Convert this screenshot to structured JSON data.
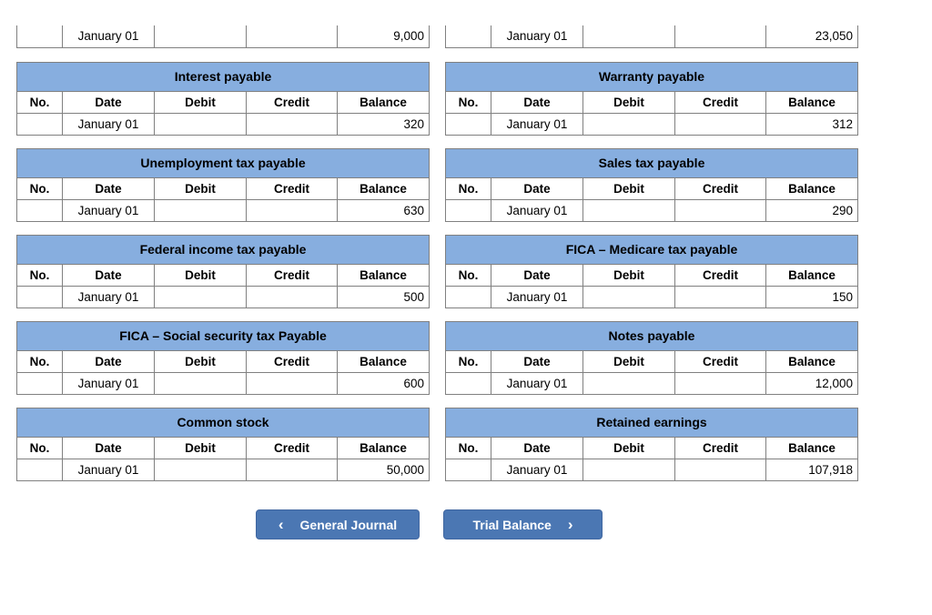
{
  "colors": {
    "page_bg": "#ffffff",
    "table_header_fill": "#87AEDF",
    "table_border": "#808080",
    "nav_button_fill": "#4B77B3",
    "nav_button_border": "#3F66A0",
    "nav_button_text": "#ffffff",
    "text": "#000000"
  },
  "columns": [
    "No.",
    "Date",
    "Debit",
    "Credit",
    "Balance"
  ],
  "partial_ledgers": [
    {
      "row": {
        "no": "",
        "date": "January 01",
        "debit": "",
        "credit": "",
        "balance": "9,000"
      }
    },
    {
      "row": {
        "no": "",
        "date": "January 01",
        "debit": "",
        "credit": "",
        "balance": "23,050"
      }
    }
  ],
  "ledgers": [
    {
      "title": "Interest payable",
      "row": {
        "no": "",
        "date": "January 01",
        "debit": "",
        "credit": "",
        "balance": "320"
      }
    },
    {
      "title": "Warranty payable",
      "row": {
        "no": "",
        "date": "January 01",
        "debit": "",
        "credit": "",
        "balance": "312"
      }
    },
    {
      "title": "Unemployment tax payable",
      "row": {
        "no": "",
        "date": "January 01",
        "debit": "",
        "credit": "",
        "balance": "630"
      }
    },
    {
      "title": "Sales tax payable",
      "row": {
        "no": "",
        "date": "January 01",
        "debit": "",
        "credit": "",
        "balance": "290"
      }
    },
    {
      "title": "Federal income tax payable",
      "row": {
        "no": "",
        "date": "January 01",
        "debit": "",
        "credit": "",
        "balance": "500"
      }
    },
    {
      "title": "FICA – Medicare tax payable",
      "row": {
        "no": "",
        "date": "January 01",
        "debit": "",
        "credit": "",
        "balance": "150"
      }
    },
    {
      "title": "FICA – Social security tax Payable",
      "row": {
        "no": "",
        "date": "January 01",
        "debit": "",
        "credit": "",
        "balance": "600"
      }
    },
    {
      "title": "Notes payable",
      "row": {
        "no": "",
        "date": "January 01",
        "debit": "",
        "credit": "",
        "balance": "12,000"
      }
    },
    {
      "title": "Common stock",
      "row": {
        "no": "",
        "date": "January 01",
        "debit": "",
        "credit": "",
        "balance": "50,000"
      }
    },
    {
      "title": "Retained earnings",
      "row": {
        "no": "",
        "date": "January 01",
        "debit": "",
        "credit": "",
        "balance": "107,918"
      }
    }
  ],
  "nav": {
    "back": {
      "chevron": "‹",
      "label": "General Journal"
    },
    "forward": {
      "chevron": "›",
      "label": "Trial Balance"
    }
  }
}
